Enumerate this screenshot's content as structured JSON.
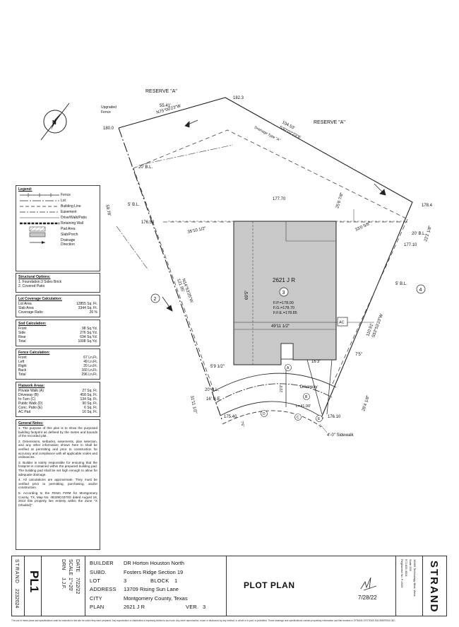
{
  "plat": {
    "reserve_a_left": "RESERVE \"A\"",
    "reserve_a_right": "RESERVE \"A\"",
    "upgraded_fence": [
      "Upgraded",
      "Fence"
    ],
    "rear_bearing_dist": "55.41'",
    "rear_bearing": "N75°00'23\"W",
    "right_bearing_dist": "104.53'",
    "right_bearing": "S30°02'23\"E",
    "drainage_type": "Drainage Type \"A\"",
    "elev_182_3": "182.3",
    "elev_180": "180.0",
    "elev_178_4": "178.4",
    "elev_176_50": "176.50",
    "elev_177_10": "177.10",
    "elev_175_40": "175.40",
    "elev_176_10": "176.10",
    "dim_177_70": "177.70",
    "dim_59_78": "59.78'",
    "dim_25_6_7_8": "25'6 7/8\"",
    "dim_35_10_1_2": "35'10 1/2\"",
    "dim_33_5_5_8": "33'0 5/8\"",
    "dim_22_1_8": "22'2 1/8\"",
    "dim_69_5": "69'5\"",
    "dim_49_11_1_2": "49'11 1/2\"",
    "dim_59_1_2": "5'9 1/2\"",
    "dim_16_3": "16'3\"",
    "dim_7_5": "7'5\"",
    "dim_21_0": "21'0\"",
    "dim_28_4_1_8": "28'4 1/8\"",
    "dim_31_11_1_2": "31'11 1/2\"",
    "dim_7_6": "7'6\"",
    "left_bearing_dist": "121.95'",
    "left_bearing": "N14°53'25\"W",
    "right_lower_dist": "110.91'",
    "right_lower_bearing": "S53°53'23\"W",
    "bl_20_top": "20' B.L.",
    "bl_5_left": "5' B.L.",
    "bl_20_right": "20' B.L.",
    "bl_5_right": "5' B.L.",
    "bl_20_front": "20' B.L.",
    "ue_16": "16' U.E.",
    "lot_2": "2",
    "lot_3": "3",
    "lot_4": "4",
    "house_name": "2621 J R",
    "fp": "F.P.=178.00",
    "fg": "F.G.=178.70",
    "ffe": "F.F.E.=178.85",
    "ac": "AC",
    "driveway": "Driveway",
    "arc_len": "L=41.00'",
    "sidewalk": "4'-0\" Sidewalk",
    "flag_a": "A",
    "flag_b": "B",
    "flag_c": "C",
    "flag_d": "D",
    "flag_e": "E"
  },
  "legend": {
    "title": "Legend:",
    "items": [
      "Fence",
      "Lot",
      "Building Line",
      "Easement",
      "Drive/Walk/Patio",
      "Retaining Wall",
      "Pad Area",
      "Slab/Porch",
      "Drainage Direction"
    ]
  },
  "structural": {
    "title": "Structural Options:",
    "items": [
      "1. Foundation:3 Sides Brick",
      "2. Covered Patio"
    ]
  },
  "lot_coverage": {
    "title": "Lot Coverage Calculation:",
    "rows": [
      {
        "label": "Lot Area",
        "value": "12855 Sq. Ft."
      },
      {
        "label": "Slab Area",
        "value": "3344 Sq. Ft."
      },
      {
        "label": "Coverage Ratio",
        "value": "26 %"
      }
    ]
  },
  "sod": {
    "title": "Sod Calculation:",
    "rows": [
      {
        "label": "Front",
        "value": "98 Sq.Yd."
      },
      {
        "label": "Side",
        "value": "276 Sq.Yd."
      },
      {
        "label": "Rear",
        "value": "634 Sq.Yd."
      },
      {
        "label": "Total",
        "value": "1008 Sq.Yd."
      }
    ]
  },
  "fence": {
    "title": "Fence Calculation:",
    "rows": [
      {
        "label": "Front",
        "value": "67 Ln.Ft."
      },
      {
        "label": "Left",
        "value": "49 Ln.Ft."
      },
      {
        "label": "Right",
        "value": "20 Ln.Ft."
      },
      {
        "label": "Back",
        "value": "160 Ln.Ft."
      },
      {
        "label": "Total",
        "value": "296 Ln.Ft."
      }
    ]
  },
  "flatwork": {
    "title": "Flatwork Areas:",
    "rows": [
      {
        "label": "Private Walk (A)",
        "value": "27 Sq. Ft."
      },
      {
        "label": "Driveway (B)",
        "value": "458 Sq. Ft."
      },
      {
        "label": "In-Turn (C)",
        "value": "134 Sq. Ft."
      },
      {
        "label": "Public Walk (D)",
        "value": "90 Sq. Ft."
      },
      {
        "label": "Conc. Patio (E)",
        "value": "6 Sq. Ft."
      },
      {
        "label": "AC Pad",
        "value": "16 Sq. Ft."
      }
    ]
  },
  "notes": {
    "title": "General Notes:",
    "items": [
      "1. The purpose of this plan is to show the purposed building footprint as defined by the metes and bounds of the recorded plat.",
      "2. Dimensions, setbacks, easements, plan selection, and any other information shown here in shall be verified at permitting and prior to construction for accuracy and compliance with all applicable codes and ordinances.",
      "3. Builder is solely responsible for ensuring that the footprint is contained within the prepared building pad. The building pad shall be set high enough to allow for adequate drainage.",
      "4. All calculations are approximate. They must be verified prior to permitting, purchasing, and/or construction.",
      "5. According to the FEMA FIRM for Montgomery County, TX, Map No. 48339C0370G dated August 18, 2014 this property lies entirely within the Zone \"X (shaded)\"."
    ]
  },
  "title_block": {
    "strand_left": "STRAND",
    "job_no": "2232024",
    "sheet": "PL1",
    "date_label": "DATE",
    "date_value": "7/22/22",
    "scale_label": "SCALE",
    "scale_value": "1\"=20'",
    "drn_label": "DRN",
    "drn_value": "J.J.F.",
    "builder_label": "BUILDER",
    "builder_value": "DR Horton Houston North",
    "subd_label": "SUBD.",
    "subd_value": "Fosters Ridge Section 19",
    "lot_label": "LOT",
    "lot_value": "3",
    "block_label": "BLOCK",
    "block_value": "1",
    "address_label": "ADDRESS",
    "address_value": "13709 Rising Sun Lane",
    "city_label": "CITY",
    "city_value": "Montgomery County, Texas",
    "plan_label": "PLAN",
    "plan_value": "2621 J R",
    "ver_label": "VER.",
    "ver_value": "3",
    "plot_plan": "PLOT PLAN",
    "sign_date": "7/28/22",
    "strand_address": [
      "16969 Technology Blvd. West",
      "Suite 200",
      "972.829.4004",
      "Registered No. F-1929"
    ],
    "strand_logo": "STRAND"
  },
  "footer": "The use of these plans and specifications shall be restricted to the site for which they were prepared. Any reproduction or distribution is expressly limited to such use. Any other reproduction, reuse or disclosure by any method, in whole or in part, is prohibited. These drawings and specifications contain proprietary information and title remains in STRAND SYSTEMS ENGINEERING INC."
}
